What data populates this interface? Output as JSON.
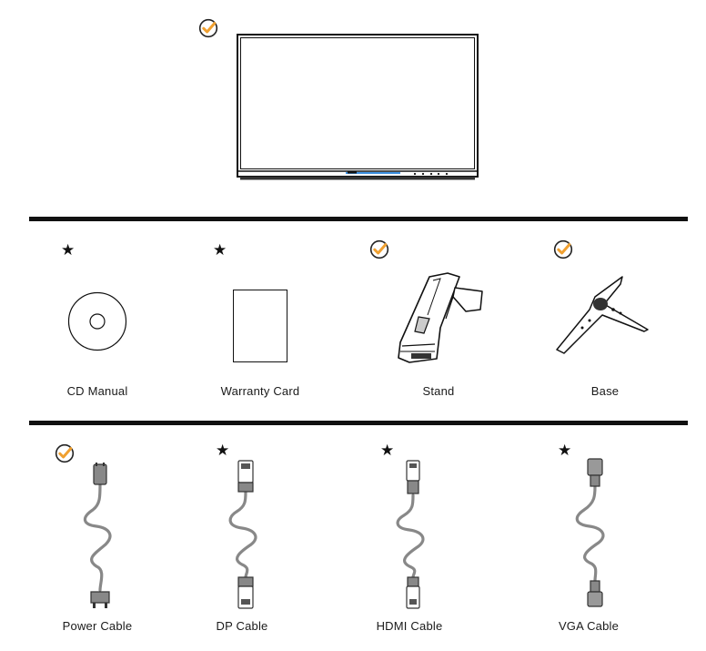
{
  "accent_color": "#f0a030",
  "monitor": {
    "included": true,
    "icon": "check-icon"
  },
  "row1": [
    {
      "label": "CD Manual",
      "mark": "star-icon",
      "mark_glyph": "★"
    },
    {
      "label": "Warranty Card",
      "mark": "star-icon",
      "mark_glyph": "★"
    },
    {
      "label": "Stand",
      "mark": "check-icon"
    },
    {
      "label": "Base",
      "mark": "check-icon"
    }
  ],
  "row2": [
    {
      "label": "Power Cable",
      "mark": "check-icon"
    },
    {
      "label": "DP Cable",
      "mark": "star-icon",
      "mark_glyph": "★"
    },
    {
      "label": "HDMI Cable",
      "mark": "star-icon",
      "mark_glyph": "★"
    },
    {
      "label": "VGA Cable",
      "mark": "star-icon",
      "mark_glyph": "★"
    }
  ]
}
